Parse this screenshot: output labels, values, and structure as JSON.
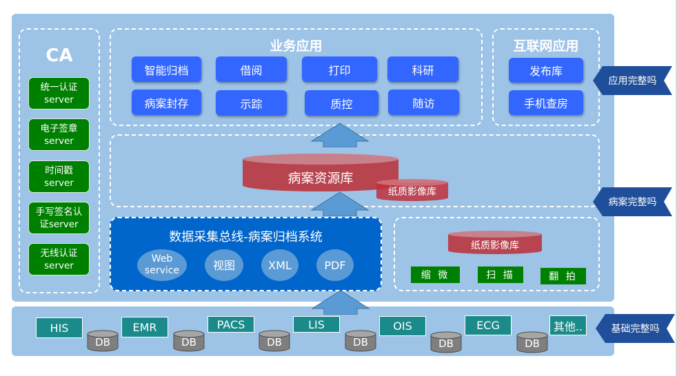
{
  "ca": {
    "title": "CA",
    "items": [
      {
        "line1": "统一认证",
        "line2": "server"
      },
      {
        "line1": "电子签章",
        "line2": "server"
      },
      {
        "line1": "时间戳",
        "line2": "server"
      },
      {
        "line1": "手写签名认",
        "line2": "证server"
      },
      {
        "line1": "无线认证",
        "line2": "server"
      }
    ]
  },
  "business": {
    "title": "业务应用",
    "row1": [
      "智能归档",
      "借阅",
      "打印",
      "科研"
    ],
    "row2": [
      "病案封存",
      "示踪",
      "质控",
      "随访"
    ]
  },
  "internet": {
    "title": "互联网应用",
    "items": [
      "发布库",
      "手机查房"
    ]
  },
  "resource": {
    "main_db": "病案资源库",
    "paper_db": "纸质影像库"
  },
  "bus": {
    "title": "数据采集总线-病案归档系统",
    "formats": [
      {
        "line1": "Web",
        "line2": "service"
      },
      {
        "line1": "视图",
        "line2": ""
      },
      {
        "line1": "XML",
        "line2": ""
      },
      {
        "line1": "PDF",
        "line2": ""
      }
    ]
  },
  "paper": {
    "db": "纸质影像库",
    "actions": [
      "缩 微",
      "扫 描",
      "翻 拍"
    ]
  },
  "base": {
    "systems": [
      "HIS",
      "EMR",
      "PACS",
      "LIS",
      "OIS",
      "ECG",
      "其他.."
    ],
    "db_label": "DB"
  },
  "flags": {
    "app": "应用完整吗",
    "record": "病案完整吗",
    "base": "基础完整吗"
  },
  "colors": {
    "panel": "#9dc3e6",
    "blue_button": "#3366ff",
    "green": "#008000",
    "teal": "#1a8a8a",
    "bus_bg": "#0066cc",
    "cylinder_red": "#b84450",
    "flag": "#1f4e9a",
    "db_gray": "#7f7f7f"
  }
}
